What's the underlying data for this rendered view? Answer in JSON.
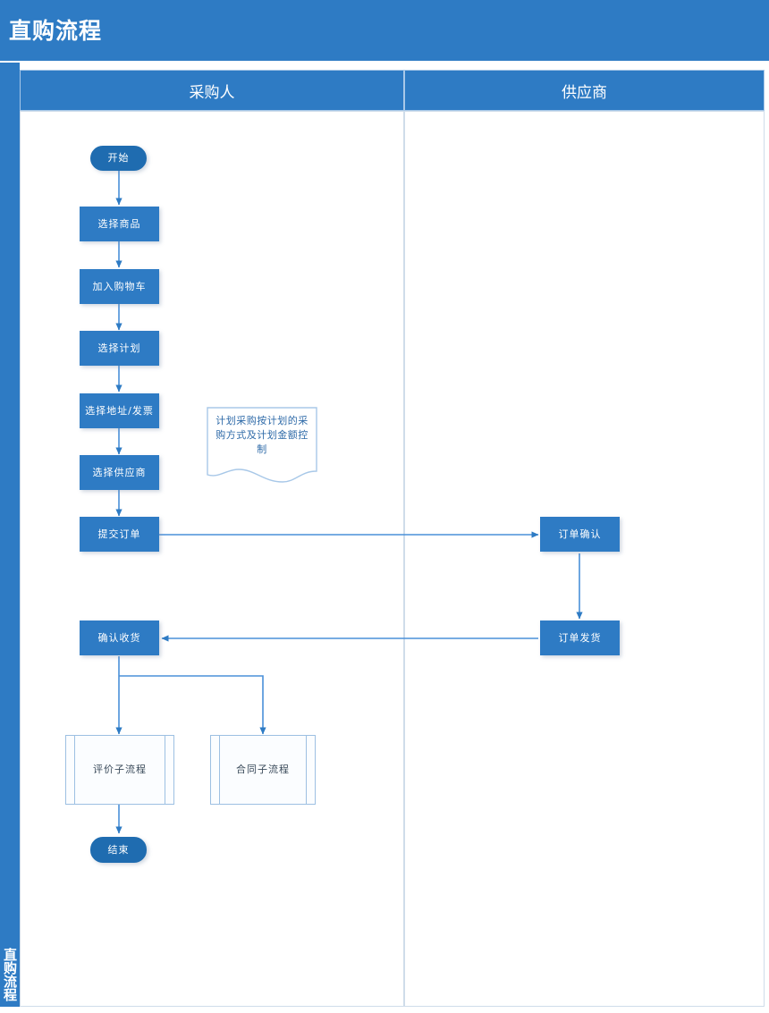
{
  "title": "直购流程",
  "pool": {
    "label": "直购流程",
    "lanes": [
      {
        "name": "buyer",
        "label": "采购人"
      },
      {
        "name": "supplier",
        "label": "供应商"
      }
    ]
  },
  "colors": {
    "header_blue": "#2e7bc4",
    "terminator_blue": "#1f6cb0",
    "connector_blue": "#4a90d9",
    "lane_border": "#cfdcea",
    "subprocess_border": "#9dc0e2",
    "note_text": "#2e6aa8"
  },
  "nodes": [
    {
      "id": "start",
      "type": "terminator",
      "lane": "buyer",
      "label": "开始"
    },
    {
      "id": "select_goods",
      "type": "task",
      "lane": "buyer",
      "label": "选择商品"
    },
    {
      "id": "add_cart",
      "type": "task",
      "lane": "buyer",
      "label": "加入购物车"
    },
    {
      "id": "select_plan",
      "type": "task",
      "lane": "buyer",
      "label": "选择计划"
    },
    {
      "id": "select_addr",
      "type": "task",
      "lane": "buyer",
      "label": "选择地址/发票"
    },
    {
      "id": "select_vendor",
      "type": "task",
      "lane": "buyer",
      "label": "选择供应商"
    },
    {
      "id": "submit_order",
      "type": "task",
      "lane": "buyer",
      "label": "提交订单"
    },
    {
      "id": "order_confirm",
      "type": "task",
      "lane": "supplier",
      "label": "订单确认"
    },
    {
      "id": "order_ship",
      "type": "task",
      "lane": "supplier",
      "label": "订单发货"
    },
    {
      "id": "confirm_recv",
      "type": "task",
      "lane": "buyer",
      "label": "确认收货"
    },
    {
      "id": "sub_review",
      "type": "subprocess",
      "lane": "buyer",
      "label": "评价子流程"
    },
    {
      "id": "sub_contract",
      "type": "subprocess",
      "lane": "buyer",
      "label": "合同子流程"
    },
    {
      "id": "end",
      "type": "terminator",
      "lane": "buyer",
      "label": "结束"
    }
  ],
  "note": {
    "id": "plan-note",
    "text": "计划采购按计划的采购方式及计划金额控制"
  },
  "edges": [
    {
      "from": "start",
      "to": "select_goods"
    },
    {
      "from": "select_goods",
      "to": "add_cart"
    },
    {
      "from": "add_cart",
      "to": "select_plan"
    },
    {
      "from": "select_plan",
      "to": "select_addr"
    },
    {
      "from": "select_addr",
      "to": "select_vendor"
    },
    {
      "from": "select_vendor",
      "to": "submit_order"
    },
    {
      "from": "submit_order",
      "to": "order_confirm"
    },
    {
      "from": "order_confirm",
      "to": "order_ship"
    },
    {
      "from": "order_ship",
      "to": "confirm_recv"
    },
    {
      "from": "confirm_recv",
      "to": "sub_review"
    },
    {
      "from": "confirm_recv",
      "to": "sub_contract"
    },
    {
      "from": "sub_review",
      "to": "end"
    }
  ]
}
